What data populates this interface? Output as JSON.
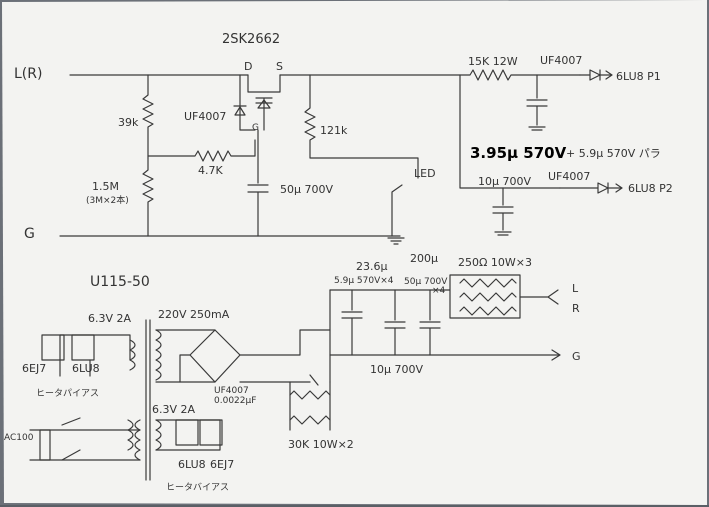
{
  "labels": {
    "transistor": "2SK2662",
    "input": "L(R)",
    "ground_in": "G",
    "drain": "D",
    "source": "S",
    "diode_top": "UF4007",
    "r_39k": "39k",
    "gate": "G",
    "r_121k": "121k",
    "r_47k": "4.7K",
    "r_15m": "1.5M",
    "r_15m_note": "(3M×2本)",
    "cap_50u": "50μ 700V",
    "led": "LED",
    "r_15k": "15K 12W",
    "uf_p1": "UF4007",
    "out_p1": "6LU8 P1",
    "bold_cap": "3.95μ 570V",
    "alt_cap": "+ 5.9μ 570V パラ",
    "cap_10u_top": "10μ 700V",
    "uf_p2": "UF4007",
    "out_p2": "6LU8 P2",
    "transformer": "U115-50",
    "sec_220": "220V 250mA",
    "sec_63_top": "6.3V 2A",
    "tube_6ej7_top": "6EJ7",
    "tube_6lu8_top": "6LU8",
    "heater_top": "ヒータパイアス",
    "ac": "AC100",
    "sec_63_bot": "6.3V 2A",
    "uf_bridge": "UF4007",
    "uf_bridge_cap": "0.0022μF",
    "c_236": "23.6μ",
    "c_236_sub": "5.9μ 570V×4",
    "c_200": "200μ",
    "c_200_sub": "50μ 700V",
    "c_200_x4": "×4",
    "r_250": "250Ω 10W×3",
    "out_l": "L",
    "out_r": "R",
    "out_g": "G",
    "cap_10u_bot": "10μ 700V",
    "r_30k": "30K 10W×2",
    "tube_6lu8_bot": "6LU8",
    "tube_6ej7_bot": "6EJ7",
    "heater_bot": "ヒータバイアス"
  }
}
